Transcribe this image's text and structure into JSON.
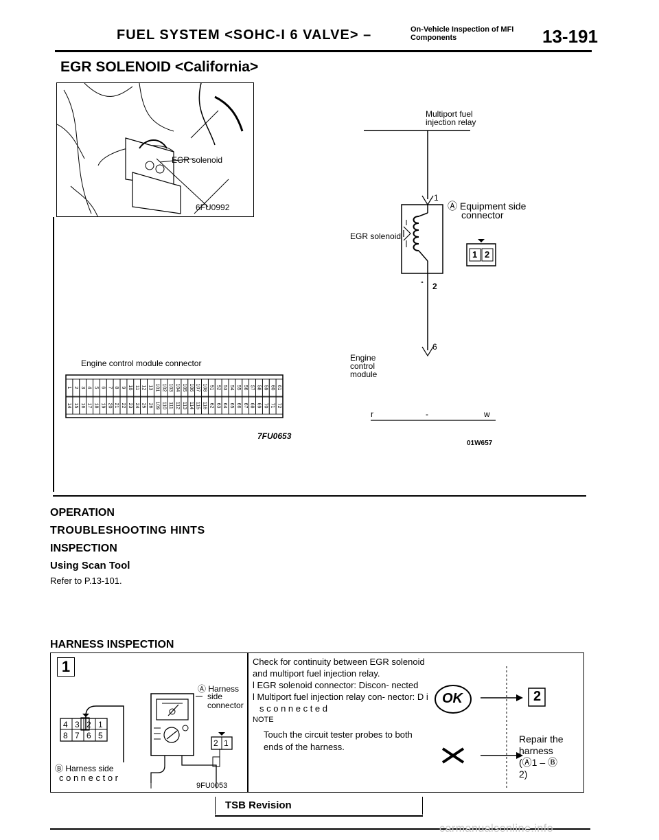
{
  "header": {
    "title": "FUEL SYSTEM <SOHC-I 6 VALVE> –",
    "subtitle_line1": "On-Vehicle Inspection of MFI",
    "subtitle_line2": "Components",
    "page_number": "13-191"
  },
  "section_title": "EGR SOLENOID <California>",
  "photo": {
    "label": "EGR solenoid",
    "code": "6FU0992"
  },
  "ecm_connector": {
    "label": "Engine control module connector",
    "figure_code": "7FU0653",
    "top_row": [
      "1",
      "2",
      "3",
      "4",
      "5",
      "6",
      "7",
      "8",
      "9",
      "10",
      "11",
      "12",
      "13",
      "101",
      "102",
      "103",
      "104",
      "105",
      "106",
      "107",
      "108",
      "51",
      "52",
      "53",
      "54",
      "55",
      "56",
      "57",
      "58",
      "59",
      "60",
      "61"
    ],
    "bottom_row": [
      "14",
      "15",
      "16",
      "17",
      "18",
      "19",
      "20",
      "21",
      "22",
      "23",
      "24",
      "25",
      "26",
      "109",
      "110",
      "111",
      "112",
      "113",
      "114",
      "115",
      "116",
      "62",
      "63",
      "64",
      "65",
      "66",
      "67",
      "68",
      "69",
      "70",
      "71",
      "72"
    ]
  },
  "circuit": {
    "relay_label_1": "Multiport fuel",
    "relay_label_2": "injection relay",
    "solenoid_label": "EGR solenoid",
    "equipment_side_1": "Ⓐ Equipment side",
    "equipment_side_2": "connector",
    "pin1": "1",
    "pin2": "2",
    "pin2_mark": "“",
    "pin6": "6",
    "ecm_label_1": "Engine",
    "ecm_label_2": "control",
    "ecm_label_3": "module",
    "conn_pins": [
      "1",
      "2"
    ],
    "wire_color": "r",
    "wire_dash": "-",
    "wire_color2": "w",
    "figure_code": "01W657"
  },
  "headings": {
    "operation": "OPERATION",
    "troubleshooting": "TROUBLESHOOTING HINTS",
    "inspection": "INSPECTION",
    "scan_tool": "Using Scan Tool",
    "refer": "Refer to P.13-101."
  },
  "harness": {
    "title": "HARNESS INSPECTION",
    "step": "1",
    "harness_side_a_1": "Ⓐ Harness",
    "harness_side_a_2": "side",
    "harness_side_a_3": "connector",
    "harness_side_b_1": "Ⓑ Harness side",
    "harness_side_b_2": "c o n n e c t o r",
    "b_conn_top": [
      "4",
      "3",
      "2",
      "1"
    ],
    "b_conn_bottom": [
      "8",
      "7",
      "6",
      "5"
    ],
    "a_conn": [
      "2",
      "1"
    ],
    "figure_code": "9FU0053",
    "check_line": "Check for continuity between EGR solenoid and multiport fuel injection relay.",
    "bullet1": "l  EGR solenoid connector: Discon- nected",
    "bullet2": "l  Multiport fuel injection relay con- nector: D i s c o n n e c t e d",
    "note_heading": "NOTE",
    "note_text": "Touch the circuit tester probes to both ends of the harness.",
    "ok_label": "OK",
    "ok_result": "2",
    "ng_result_1": "Repair the",
    "ng_result_2": "harness",
    "ng_result_3": "(Ⓐ1 – Ⓑ",
    "ng_result_4": "2)"
  },
  "footer": {
    "tsb": "TSB Revision",
    "watermark": "carmanualsonline.info"
  }
}
